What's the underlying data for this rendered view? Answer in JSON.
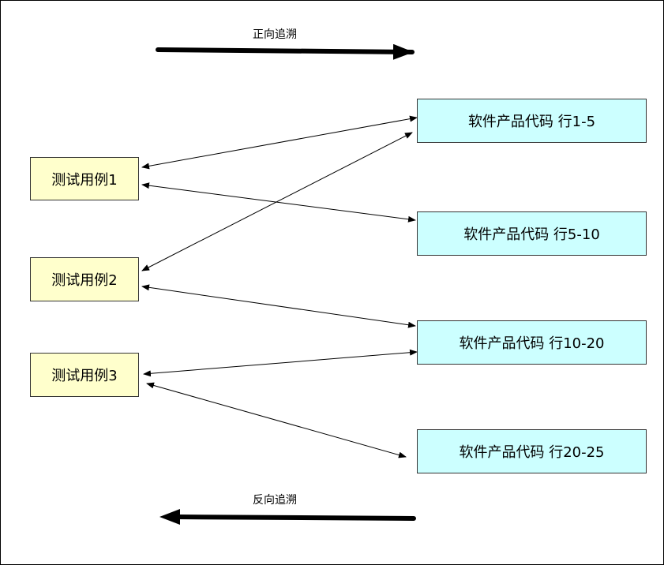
{
  "forward_label": "正向追溯",
  "backward_label": "反向追溯",
  "test_cases": [
    {
      "label": "测试用例1"
    },
    {
      "label": "测试用例2"
    },
    {
      "label": "测试用例3"
    }
  ],
  "code_blocks": [
    {
      "label": "软件产品代码 行1-5"
    },
    {
      "label": "软件产品代码 行5-10"
    },
    {
      "label": "软件产品代码 行10-20"
    },
    {
      "label": "软件产品代码 行20-25"
    }
  ],
  "colors": {
    "test_fill": "#ffffcc",
    "code_fill": "#ccffff",
    "line": "#000000"
  }
}
